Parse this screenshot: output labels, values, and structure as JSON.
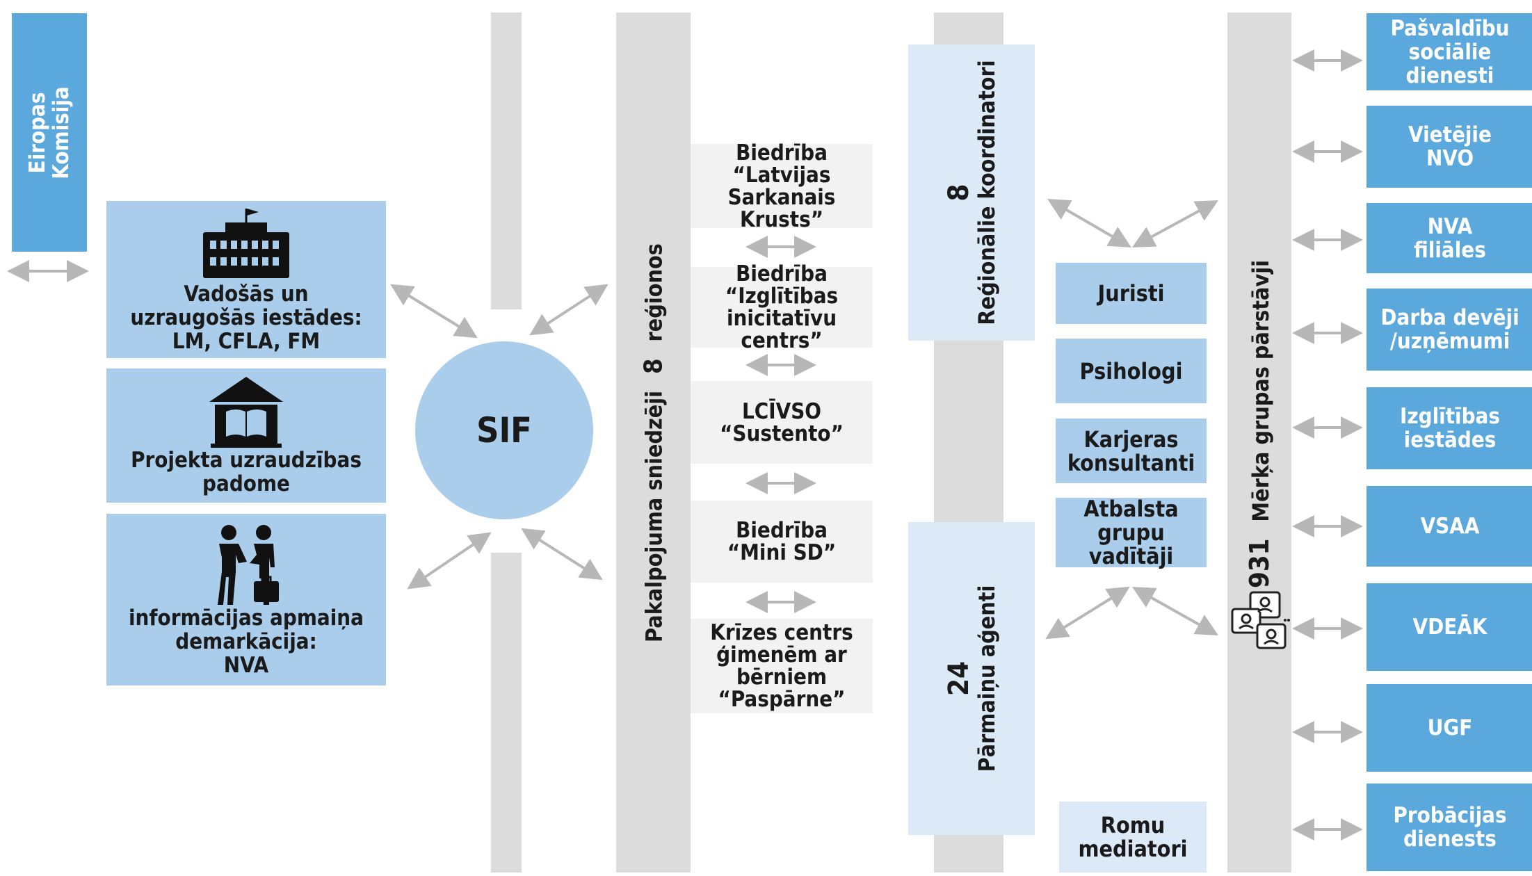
{
  "colors": {
    "dark_blue": "#5aa8dc",
    "mid_blue": "#a9cdea",
    "pale_blue": "#dceaf7",
    "gray": "#dcdcdc",
    "light_gray": "#f2f2f2",
    "arrow": "#b7b7b7"
  },
  "eu_commission": "Eiropas Komisija",
  "left_panel": {
    "governing": {
      "icon": "government-building-icon",
      "label": "Vadošās un\nuzraugošās iestādes:\nLM, CFLA, FM"
    },
    "supervisory": {
      "icon": "institution-building-icon",
      "label": "Projekta uzraudzības\npadome"
    },
    "exchange": {
      "icon": "handshake-people-icon",
      "label": "informācijas apmaiņa\ndemarkācija:\nNVA"
    }
  },
  "center": "SIF",
  "providers_bar": {
    "prefix": "Pakalpojuma sniedzēji",
    "count": "8",
    "suffix": "reģionos"
  },
  "providers": [
    "Biedrība “Latvijas\nSarkanais\nKrusts”",
    "Biedrība\n“Izglītības\ninicitatīvu centrs”",
    "LCĪVSO\n“Sustento”",
    "Biedrība\n“Mini SD”",
    "Krīzes centrs\nģimenēm ar\nbērniem\n“Paspārne”"
  ],
  "regional": {
    "count": "8",
    "label": "Reģionālie koordinatori"
  },
  "agents": {
    "count": "24",
    "label": "Pārmaiņu aģenti"
  },
  "specialists": [
    {
      "label": "Juristi"
    },
    {
      "label": "Psihologi"
    },
    {
      "label": "Karjeras\nkonsultanti"
    },
    {
      "label": "Atbalsta grupu\nvadītāji"
    }
  ],
  "roma": "Romu\nmediatori",
  "target_group": {
    "count": "931",
    "label": "Mērķa grupas pārstāvji",
    "icon": "chat-people-icon"
  },
  "partners": [
    "Pašvaldību\nsociālie dienesti",
    "Vietējie\nNVO",
    "NVA\nfiliāles",
    "Darba devēji\n/uzņēmumi",
    "Izglītības\niestādes",
    "VSAA",
    "VDEĀK",
    "UGF",
    "Probācijas\ndienests"
  ]
}
